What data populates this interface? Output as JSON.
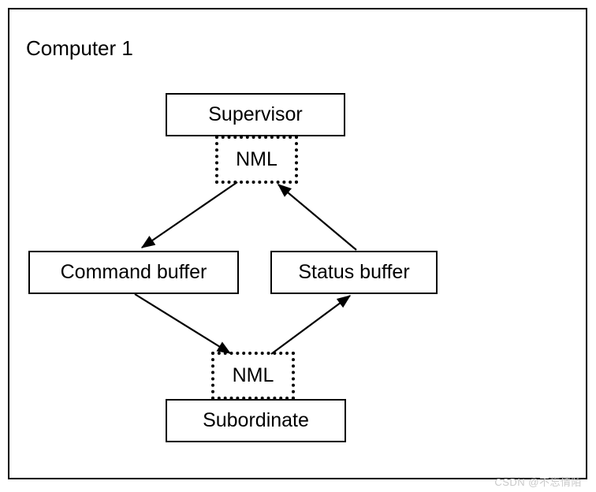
{
  "diagram": {
    "title": "Computer 1",
    "watermark": "CSDN @不忘情陌",
    "nodes": {
      "supervisor": {
        "label": "Supervisor",
        "style": "solid"
      },
      "nml_top": {
        "label": "NML",
        "style": "dashed"
      },
      "command_buffer": {
        "label": "Command buffer",
        "style": "solid"
      },
      "status_buffer": {
        "label": "Status buffer",
        "style": "solid"
      },
      "nml_bottom": {
        "label": "NML",
        "style": "dashed"
      },
      "subordinate": {
        "label": "Subordinate",
        "style": "solid"
      }
    },
    "edges": [
      {
        "from": "nml_top",
        "to": "command_buffer",
        "label": ""
      },
      {
        "from": "status_buffer",
        "to": "nml_top",
        "label": ""
      },
      {
        "from": "command_buffer",
        "to": "nml_bottom",
        "label": ""
      },
      {
        "from": "nml_bottom",
        "to": "status_buffer",
        "label": ""
      }
    ],
    "colors": {
      "line": "#000000",
      "background": "#ffffff",
      "watermark": "#c9c9c9"
    }
  }
}
